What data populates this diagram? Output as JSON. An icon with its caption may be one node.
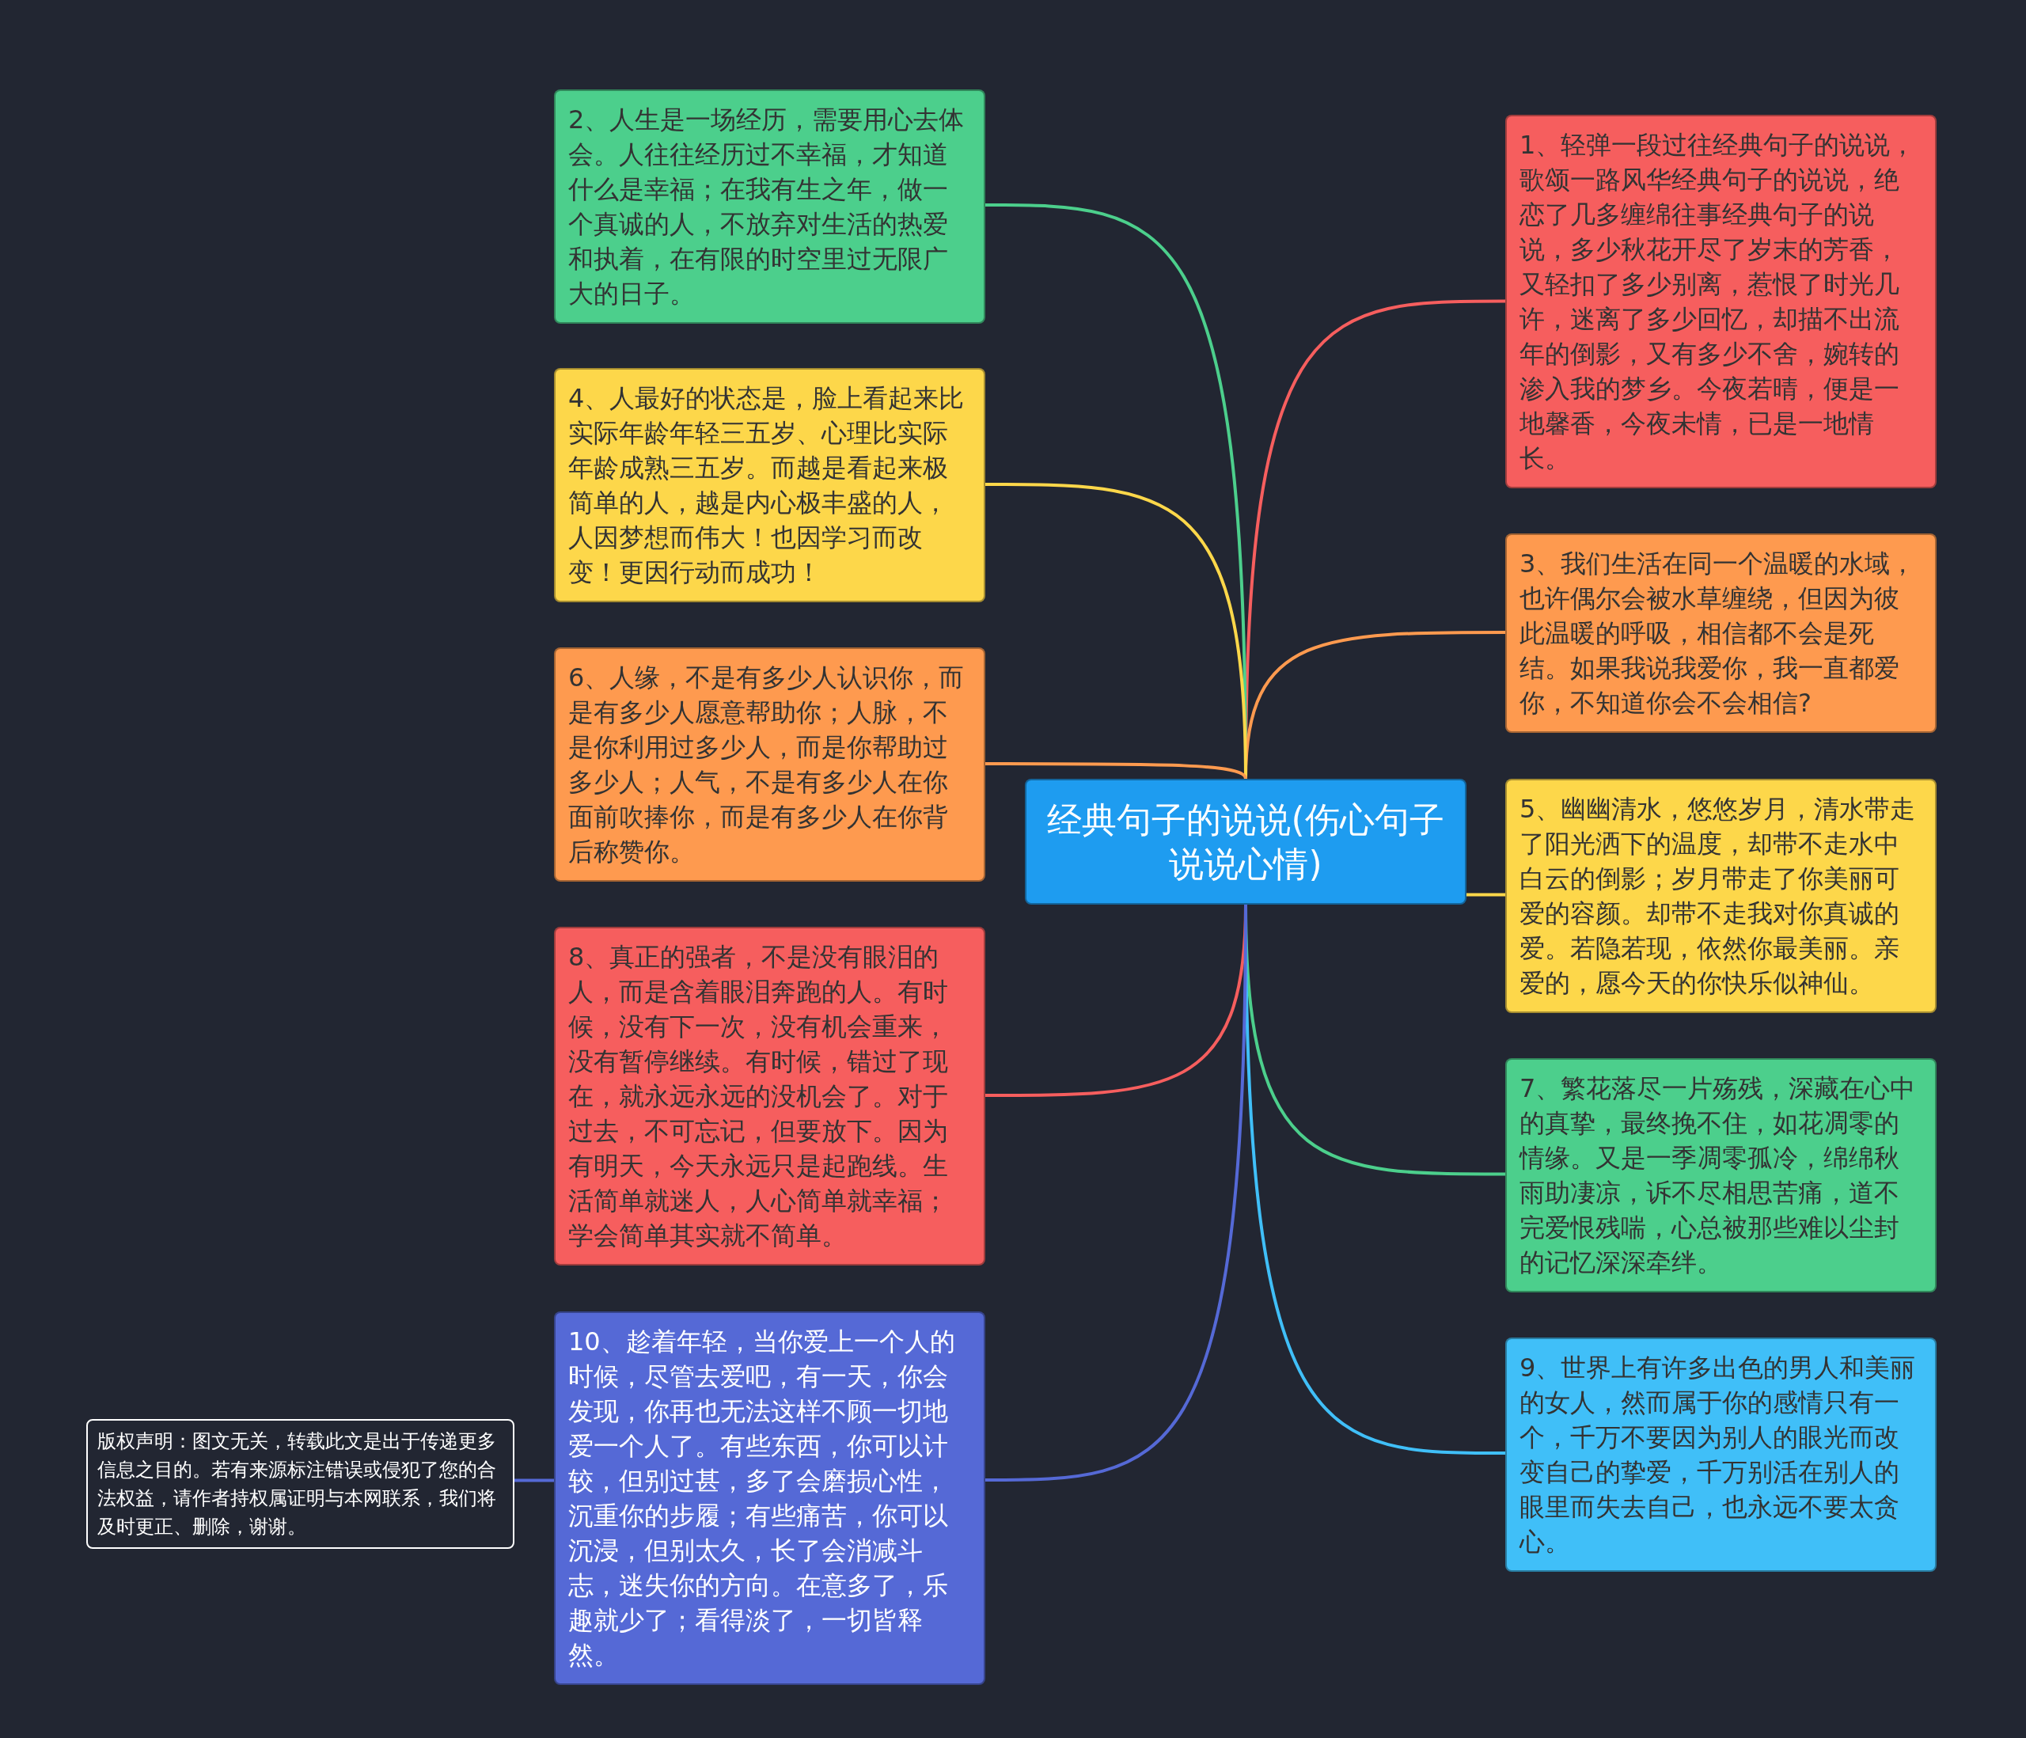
{
  "diagram": {
    "nodes": [
      {
        "text": [
          "经典句子的说说(伤心句子说说心情)"
        ]
      },
      {
        "text": [
          "1、轻弹一段过往经典句子的说说，歌颂一路风华经典句子的说说，绝恋了几多缠绵往事经典句子的说说，多少秋花开尽了岁末的芳香，又轻扣了多少别离，惹恨了时光几许，迷离了多少回忆，却描不出流年的倒影，又有多少不舍，婉转的渗入我的梦乡。今夜若晴，便是一地馨香，今夜未情，已是一地情长。"
        ]
      },
      {
        "text": [
          "2、人生是一场经历，需要用心去体会。人往往经历过不幸福，才知道什么是幸福；在我有生之年，做一个真诚的人，不放弃对生活的热爱和执着，在有限的时空里过无限广大的日子。"
        ]
      },
      {
        "text": [
          "3、我们生活在同一个温暖的水域，也许偶尔会被水草缠绕，但因为彼此温暖的呼吸，相信都不会是死结。如果我说我爱你，我一直都爱你，不知道你会不会相信?"
        ]
      },
      {
        "text": [
          "4、人最好的状态是，脸上看起来比实际年龄年轻三五岁、心理比实际年龄成熟三五岁。而越是看起来极简单的人，越是内心极丰盛的人，人因梦想而伟大！也因学习而改变！更因行动而成功！"
        ]
      },
      {
        "text": [
          "5、幽幽清水，悠悠岁月，清水带走了阳光洒下的温度，却带不走水中白云的倒影；岁月带走了你美丽可爱的容颜。却带不走我对你真诚的爱。若隐若现，依然你最美丽。亲爱的，愿今天的你快乐似神仙。"
        ]
      },
      {
        "text": [
          "6、人缘，不是有多少人认识你，而是有多少人愿意帮助你；人脉，不是你利用过多少人，而是你帮助过多少人；人气，不是有多少人在你面前吹捧你，而是有多少人在你背后称赞你。"
        ]
      },
      {
        "text": [
          "7、繁花落尽一片殇残，深藏在心中的真挚，最终挽不住，如花凋零的情缘。又是一季凋零孤冷，绵绵秋雨助凄凉，诉不尽相思苦痛，道不完爱恨残喘，心总被那些难以尘封的记忆深深牵绊。"
        ]
      },
      {
        "text": [
          "8、真正的强者，不是没有眼泪的人，而是含着眼泪奔跑的人。有时候，没有下一次，没有机会重来，没有暂停继续。有时候，错过了现在，就永远永远的没机会了。对于过去，不可忘记，但要放下。因为有明天，今天永远只是起跑线。生活简单就迷人，人心简单就幸福；学会简单其实就不简单。"
        ]
      },
      {
        "text": [
          "9、世界上有许多出色的男人和美丽的女人，然而属于你的感情只有一个，千万不要因为别人的眼光而改变自己的挚爱，千万别活在别人的眼里而失去自己，也永远不要太贪心。"
        ]
      },
      {
        "text": [
          "10、趁着年轻，当你爱上一个人的时候，尽管去爱吧，有一天，你会发现，你再也无法这样不顾一切地爱一个人了。有些东西，你可以计较，但别过甚，多了会磨损心性，沉重你的步履；有些痛苦，你可以沉浸，但别太久，长了会消减斗志，迷失你的方向。在意多了，乐趣就少了；看得淡了，一切皆释然。"
        ]
      },
      {
        "text": [
          "版权声明：图文无关，转载此文是出于传递更多信息之目的。若有来源标注错误或侵犯了您的合法权益，请作者持权属证明与本网联系，我们将及时更正、删除，谢谢。"
        ]
      }
    ],
    "edges": [
      {
        "from": 0,
        "to": 1,
        "arrow": "none",
        "color": "#f65e5e"
      },
      {
        "from": 0,
        "to": 2,
        "arrow": "none",
        "color": "#4ccf8c"
      },
      {
        "from": 0,
        "to": 3,
        "arrow": "none",
        "color": "#fe9a4f"
      },
      {
        "from": 0,
        "to": 4,
        "arrow": "none",
        "color": "#fdd74a"
      },
      {
        "from": 0,
        "to": 5,
        "arrow": "none",
        "color": "#fdd74a"
      },
      {
        "from": 0,
        "to": 6,
        "arrow": "none",
        "color": "#fe9a4f"
      },
      {
        "from": 0,
        "to": 7,
        "arrow": "none",
        "color": "#4ccf8c"
      },
      {
        "from": 0,
        "to": 8,
        "arrow": "none",
        "color": "#f65e5e"
      },
      {
        "from": 0,
        "to": 9,
        "arrow": "none",
        "color": "#40bff8"
      },
      {
        "from": 0,
        "to": 10,
        "arrow": "none",
        "color": "#5569d6"
      },
      {
        "from": 10,
        "to": 11,
        "arrow": "none",
        "color": "#5569d6"
      }
    ]
  }
}
